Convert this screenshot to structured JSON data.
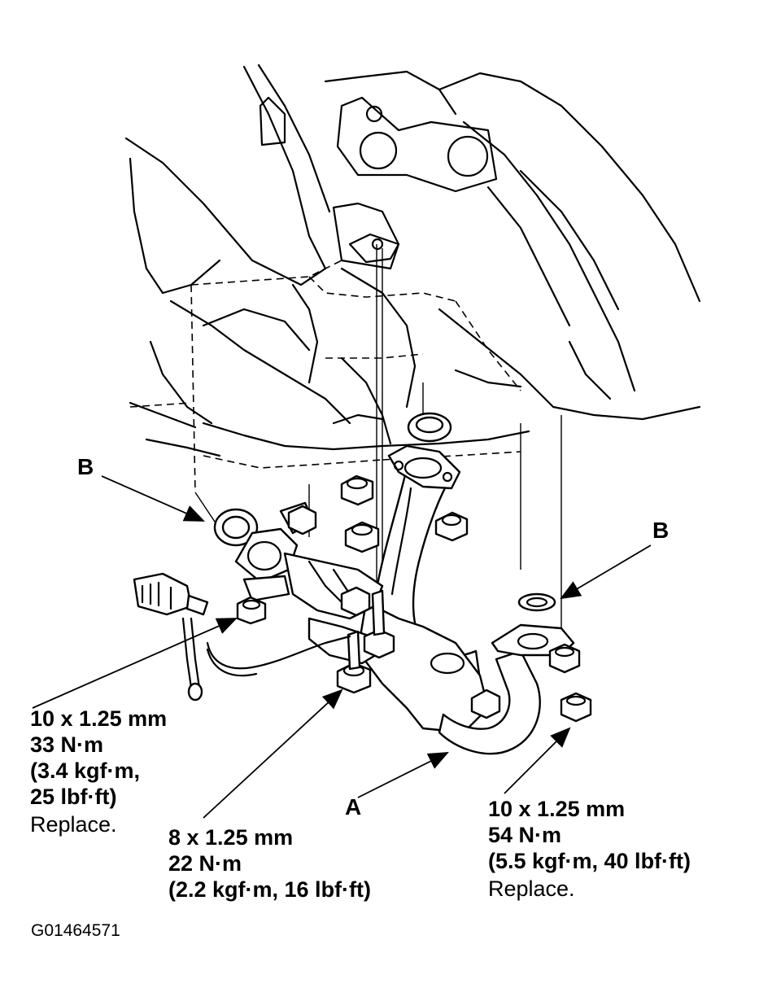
{
  "callouts": {
    "b_left": "B",
    "b_right": "B",
    "a": "A"
  },
  "specs": {
    "left": {
      "size": "10 x 1.25 mm",
      "torque_nm": "33 N·m",
      "torque_kgfm": "(3.4 kgf·m,",
      "torque_lbfft": "25 lbf·ft)",
      "note": "Replace."
    },
    "center": {
      "size": "8 x 1.25 mm",
      "torque_nm": "22 N·m",
      "torque_other": "(2.2 kgf·m, 16 lbf·ft)"
    },
    "right": {
      "size": "10 x 1.25 mm",
      "torque_nm": "54 N·m",
      "torque_other": "(5.5 kgf·m, 40 lbf·ft)",
      "note": "Replace."
    }
  },
  "figure_code": "G01464571"
}
